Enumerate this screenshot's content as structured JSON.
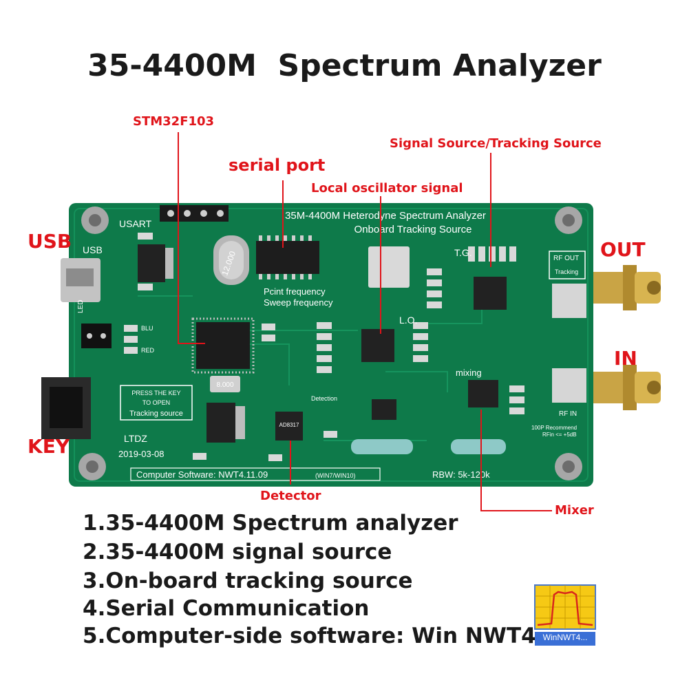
{
  "title": "35-4400M  Spectrum Analyzer",
  "callouts": {
    "stm32": "STM32F103",
    "serial_port": "serial port",
    "local_oscillator": "Local oscillator signal",
    "signal_source": "Signal Source/Tracking Source",
    "usb": "USB",
    "out": "OUT",
    "in": "IN",
    "key": "KEY",
    "detector": "Detector",
    "mixer": "Mixer"
  },
  "board": {
    "header": "35M-4400M Heterodyne Spectrum Analyzer",
    "subheader": "Onboard Tracking Source",
    "usart": "USART",
    "usb": "USB",
    "led": "LED",
    "blu": "BLU",
    "red": "RED",
    "pcint": "Pcint frequency",
    "sweep": "Sweep frequency",
    "tg": "T.G.",
    "lo": "L.O.",
    "rf_out": "RF OUT",
    "tracking": "Tracking",
    "rf_in": "RF IN",
    "recommend_1": "100P Recommend",
    "recommend_2": "RFin <= +5dB",
    "key_note_1": "PRESS THE KEY",
    "key_note_2": "TO OPEN",
    "key_note_3": "Tracking source",
    "ltdz": "LTDZ",
    "date": "2019-03-08",
    "detection": "Detection",
    "mixing": "mixing",
    "software": "Computer Software: NWT4.11.09",
    "win": "(WIN7/WIN10)",
    "rbw": "RBW: 5k-120k",
    "crystal": "12.000",
    "osc": "8.000",
    "chip_det": "AD8317"
  },
  "features": [
    "1.35-4400M Spectrum analyzer",
    "2.35-4400M signal source",
    "3.On-board tracking source",
    "4.Serial Communication",
    "5.Computer-side software: Win NWT4"
  ],
  "icon": {
    "label": "WinNWT4..."
  }
}
